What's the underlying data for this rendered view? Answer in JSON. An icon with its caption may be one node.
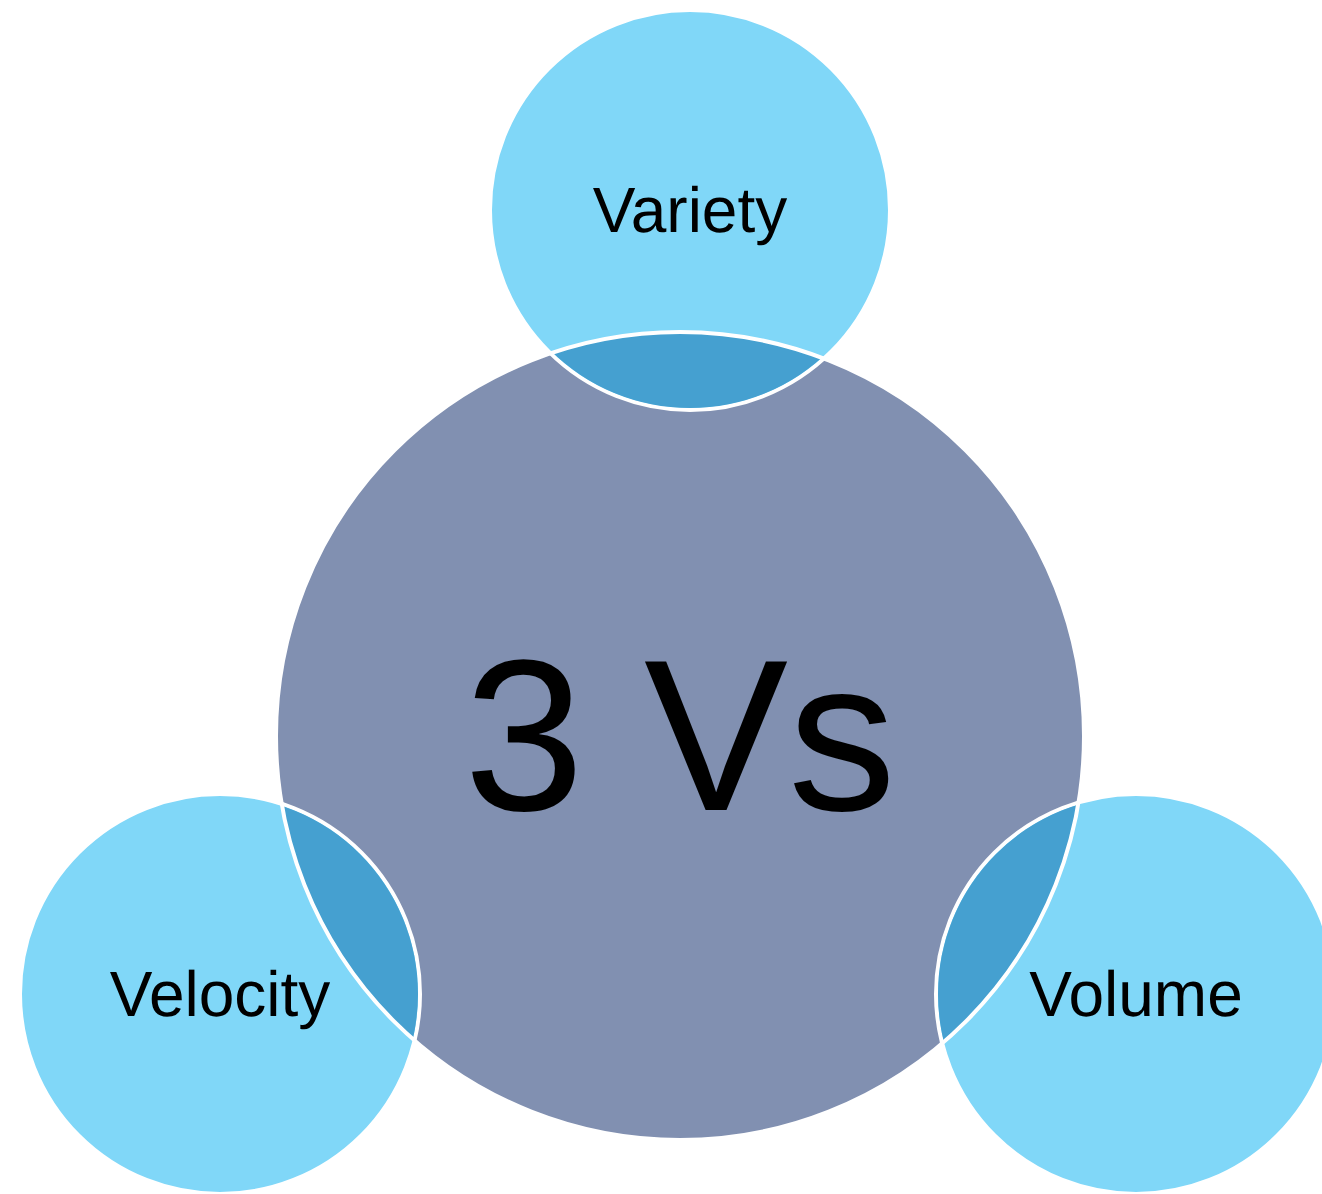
{
  "diagram": {
    "nodes": [
      {
        "text": [
          "3 Vs"
        ]
      },
      {
        "text": [
          "Variety"
        ]
      },
      {
        "text": [
          "Velocity"
        ]
      },
      {
        "text": [
          "Volume"
        ]
      }
    ]
  }
}
